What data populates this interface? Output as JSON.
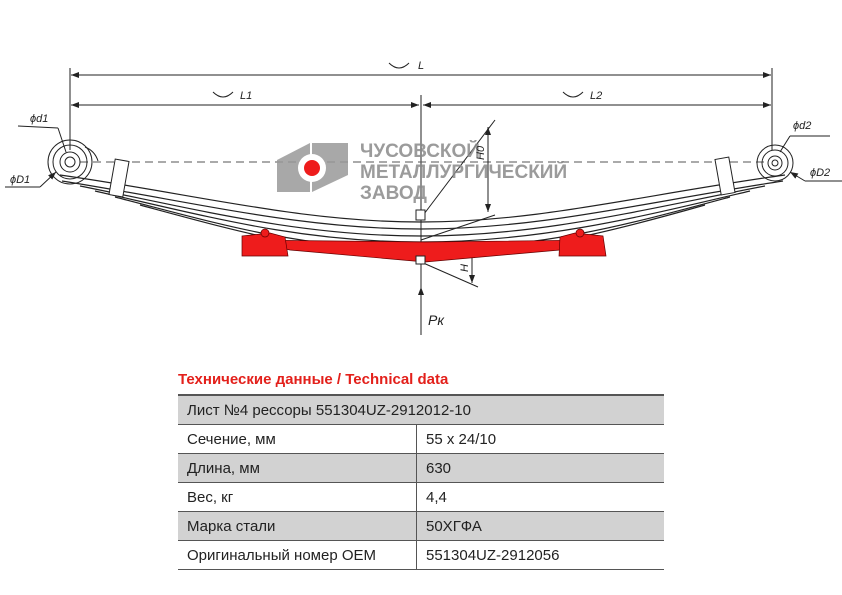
{
  "drawing": {
    "dim_L": "L",
    "dim_L1": "L1",
    "dim_L2": "L2",
    "dim_d1": "ϕd1",
    "dim_D1": "ϕD1",
    "dim_d2": "ϕd2",
    "dim_D2": "ϕD2",
    "dim_H0": "H0",
    "dim_H": "H",
    "load": "Pк",
    "accent_color": "#ee1c1c",
    "watermark": {
      "line1": "ЧУСОВСКОЙ",
      "line2": "МЕТАЛЛУРГИЧЕСКИЙ",
      "line3": "ЗАВОД"
    }
  },
  "table": {
    "title": "Технические данные / Technical data",
    "header": "Лист №4 рессоры 551304UZ-2912012-10",
    "rows": [
      {
        "label": "Сечение, мм",
        "value": "55 x 24/10"
      },
      {
        "label": "Длина, мм",
        "value": "630"
      },
      {
        "label": "Вес, кг",
        "value": "4,4"
      },
      {
        "label": "Марка стали",
        "value": "50ХГФА"
      },
      {
        "label": "Оригинальный номер OEM",
        "value": "551304UZ-2912056"
      }
    ]
  }
}
